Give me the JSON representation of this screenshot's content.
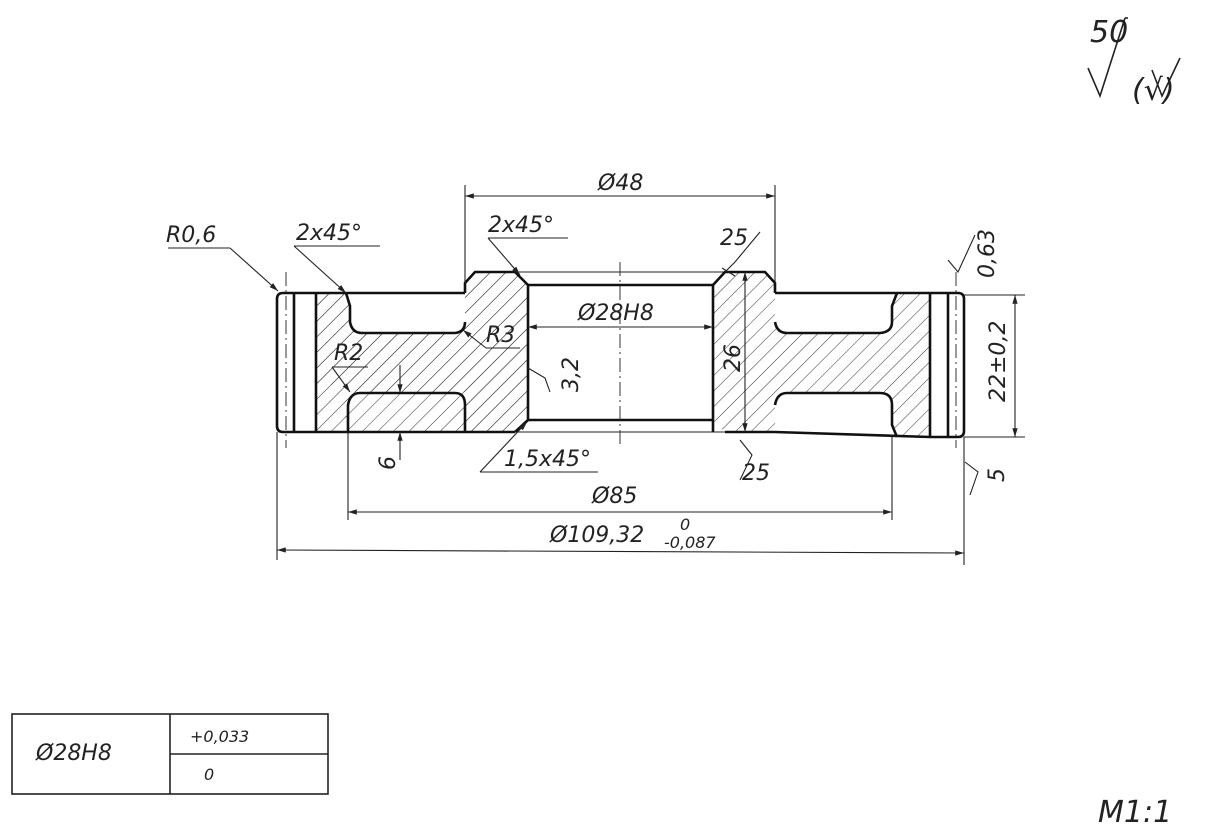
{
  "roughness": {
    "general_value": "50",
    "general_bracket": "(√)"
  },
  "dimensions": {
    "r_outer": "R0,6",
    "chamfer_left": "2x45°",
    "chamfer_hub": "2x45°",
    "dia_hub": "Ø48",
    "rough_hub_top": "25",
    "rough_rim": "0,63",
    "dia_bore": "Ø28H8",
    "r3": "R3",
    "r2": "R2",
    "rough_bore": "3,2",
    "hub_height": "26",
    "rim_height": "22±0,2",
    "groove": "6",
    "chamfer_bore": "1,5x45°",
    "rough_hub_bottom": "25",
    "rough_rim_bottom": "5",
    "dia_85": "Ø85",
    "dia_outer": "Ø109,32",
    "tol_upper": "0",
    "tol_lower": "-0,087"
  },
  "tolerance_table": {
    "designation": "Ø28H8",
    "upper": "+0,033",
    "lower": "0"
  },
  "scale": "M1:1"
}
